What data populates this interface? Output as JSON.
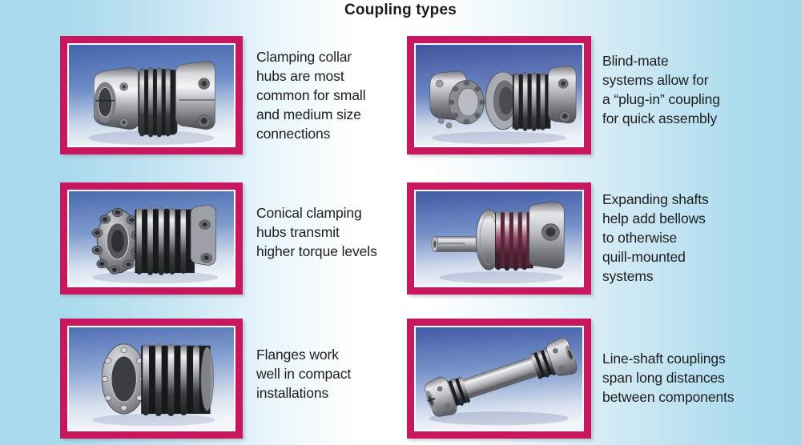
{
  "page": {
    "title": "Coupling types",
    "background_edge_color": "#a9d9ed",
    "background_center_color": "#ffffff",
    "frame_border_color": "#c8175f",
    "photo_background_top_color": "#3f63ab",
    "photo_background_bottom_color": "#e9eef7"
  },
  "items": [
    {
      "id": "clamping-collar-hubs",
      "caption": "Clamping collar\nhubs are most\ncommon for small\nand medium size\nconnections",
      "photo_alt": "metal bellows coupling with clamping collar hubs on blue background"
    },
    {
      "id": "blind-mate-systems",
      "caption": "Blind-mate\nsystems allow for\na “plug-in” coupling\nfor quick assembly",
      "photo_alt": "two separated blind-mate coupling halves on blue background"
    },
    {
      "id": "conical-clamping-hubs",
      "caption": "Conical clamping\nhubs transmit\nhigher torque levels",
      "photo_alt": "bellows coupling with conical clamping hub bolt circle on blue background"
    },
    {
      "id": "expanding-shafts",
      "caption": "Expanding shafts\nhelp add bellows\nto otherwise\nquill-mounted\nsystems",
      "photo_alt": "bellows coupling with protruding expanding shaft on blue background"
    },
    {
      "id": "flanges",
      "caption": "Flanges work\nwell in compact\ninstallations",
      "photo_alt": "bellows coupling with bolted flange hub on blue background"
    },
    {
      "id": "line-shaft-couplings",
      "caption": "Line-shaft couplings\nspan long distances\nbetween components",
      "photo_alt": "long line-shaft coupling with tube spacer on blue background"
    }
  ]
}
